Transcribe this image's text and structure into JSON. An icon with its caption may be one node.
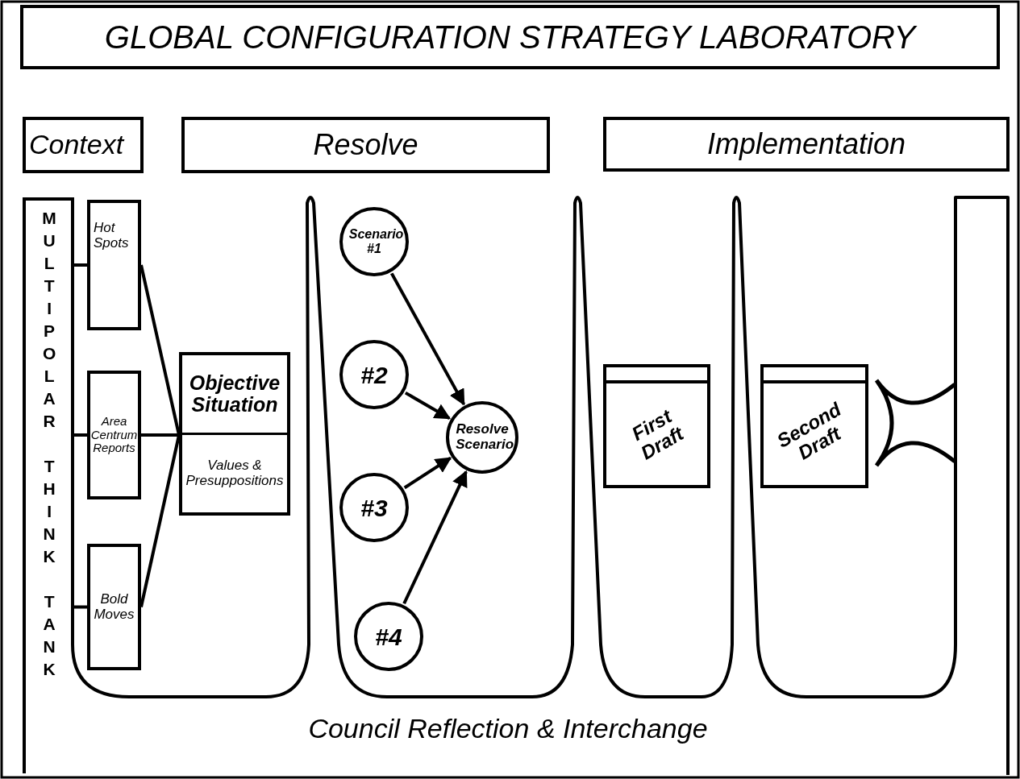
{
  "diagram": {
    "title": "GLOBAL CONFIGURATION STRATEGY LABORATORY",
    "nodes": [
      {
        "text": [
          "Context"
        ]
      },
      {
        "text": [
          "Resolve"
        ]
      },
      {
        "text": [
          "Implementation"
        ]
      },
      {
        "text": [
          "MULTIPOLAR THINK TANK"
        ]
      },
      {
        "text": [
          "Hot Spots"
        ]
      },
      {
        "text": [
          "Area Centrum Reports"
        ]
      },
      {
        "text": [
          "Bold Moves"
        ]
      },
      {
        "text": [
          "Objective Situation",
          "Values & Presuppositions"
        ]
      },
      {
        "text": [
          "Scenario #1"
        ]
      },
      {
        "text": [
          "#2"
        ]
      },
      {
        "text": [
          "#3"
        ]
      },
      {
        "text": [
          "#4"
        ]
      },
      {
        "text": [
          "Resolve Scenario"
        ]
      },
      {
        "text": [
          "First Draft"
        ]
      },
      {
        "text": [
          "Second Draft"
        ]
      }
    ],
    "edges": [
      {
        "from": 3,
        "to": 4,
        "arrow": "none"
      },
      {
        "from": 3,
        "to": 5,
        "arrow": "none"
      },
      {
        "from": 3,
        "to": 6,
        "arrow": "none"
      },
      {
        "from": 4,
        "to": 7,
        "arrow": "none"
      },
      {
        "from": 5,
        "to": 7,
        "arrow": "none"
      },
      {
        "from": 6,
        "to": 7,
        "arrow": "none"
      },
      {
        "from": 8,
        "to": 12,
        "arrow": "to"
      },
      {
        "from": 9,
        "to": 12,
        "arrow": "to"
      },
      {
        "from": 10,
        "to": 12,
        "arrow": "to"
      },
      {
        "from": 11,
        "to": 12,
        "arrow": "to"
      }
    ],
    "labels": [
      "Council Reflection & Interchange"
    ]
  }
}
